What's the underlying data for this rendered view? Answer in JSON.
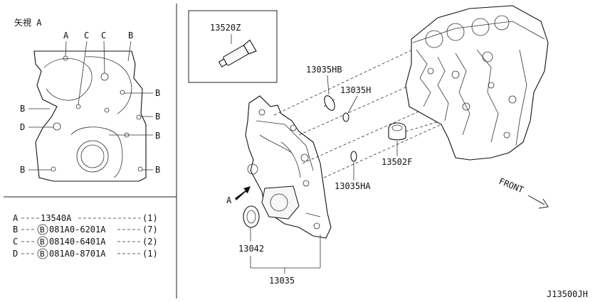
{
  "view_title": "矢視 A",
  "view_letters": {
    "a": "A",
    "c1": "C",
    "c2": "C",
    "b": "B",
    "d": "D"
  },
  "legend": [
    {
      "key": "A",
      "part": "13540A",
      "qty": "(1)",
      "bolt": false
    },
    {
      "key": "B",
      "part": "081A0-6201A",
      "qty": "(7)",
      "bolt": true
    },
    {
      "key": "C",
      "part": "08140-6401A",
      "qty": "(2)",
      "bolt": true
    },
    {
      "key": "D",
      "part": "081A0-8701A",
      "qty": "(1)",
      "bolt": true
    }
  ],
  "bolt_symbol": "B",
  "parts": {
    "p13520Z": "13520Z",
    "p13035HB": "13035HB",
    "p13035H": "13035H",
    "p13035HA": "13035HA",
    "p13042": "13042",
    "p13035": "13035",
    "p13502F": "13502F"
  },
  "arrow_a": "A",
  "front": "FRONT",
  "diagram_id": "J13500JH"
}
